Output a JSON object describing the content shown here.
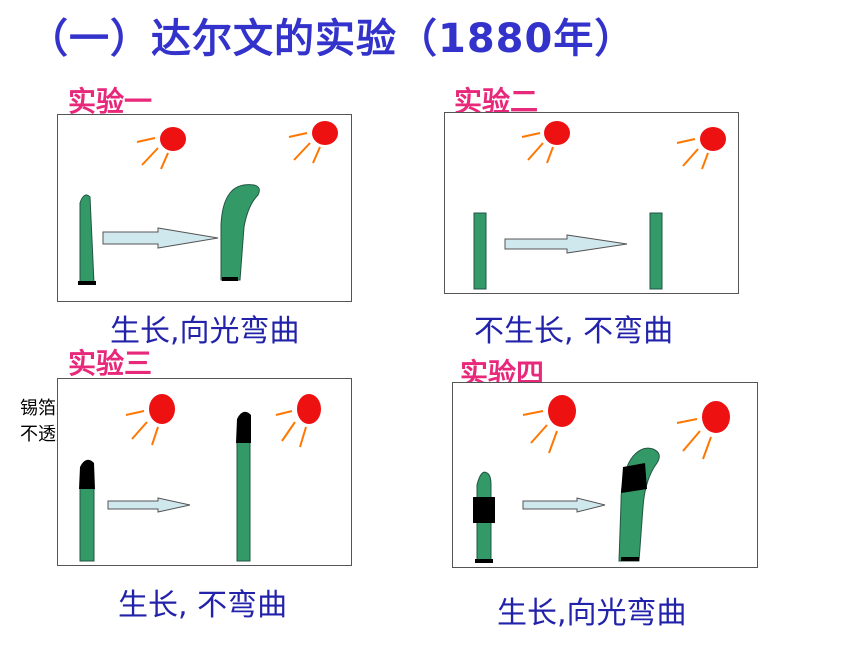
{
  "title": "（一）达尔文的实验（1880年）",
  "experiments": [
    {
      "label": "实验一",
      "result": "生长,向光弯曲"
    },
    {
      "label": "实验二",
      "result": "不生长, 不弯曲"
    },
    {
      "label": "实验三",
      "result": "生长, 不弯曲",
      "note_line1": "锡箔纸",
      "note_line2": "不透光"
    },
    {
      "label": "实验四",
      "result": "生长,向光弯曲"
    }
  ],
  "colors": {
    "title": "#3333cc",
    "label": "#e8287a",
    "caption": "#2222aa",
    "sun": "#ee1111",
    "ray": "#ff7700",
    "seedling": "#339966",
    "foil": "#000000",
    "arrow": "#cfe8ee"
  }
}
